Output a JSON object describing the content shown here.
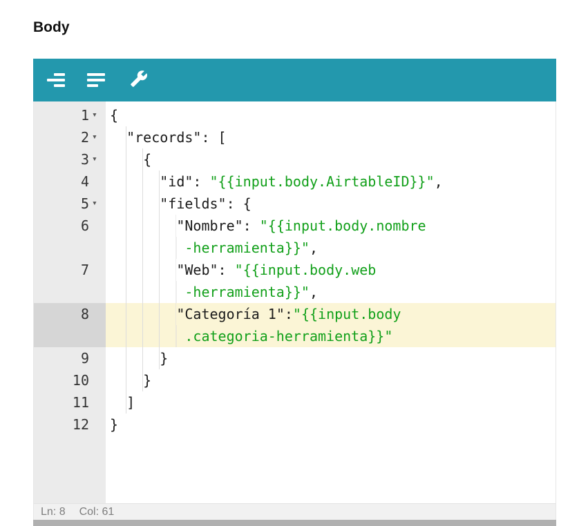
{
  "page": {
    "title": "Body"
  },
  "toolbar": {
    "background": "#2398ad",
    "icons": [
      {
        "name": "format-icon",
        "label": "Format JSON"
      },
      {
        "name": "compact-icon",
        "label": "Compact JSON"
      },
      {
        "name": "repair-icon",
        "label": "Repair JSON"
      }
    ]
  },
  "editor": {
    "fold_glyph": "▾",
    "colors": {
      "string": "#12a01a",
      "key": "#1a1a1a",
      "punct": "#1a1a1a",
      "gutter_bg": "#ebebeb",
      "gutter_fg": "#333333",
      "gutter_active_bg": "#d6d6d6",
      "active_line_bg": "#fbf5d6",
      "guide": "#dcdcdc"
    },
    "lines": [
      {
        "num": "1",
        "fold": true,
        "rows": [
          {
            "indent": 0,
            "segments": [
              {
                "t": "{",
                "c": "p"
              }
            ]
          }
        ]
      },
      {
        "num": "2",
        "fold": true,
        "rows": [
          {
            "indent": 2,
            "segments": [
              {
                "t": "\"records\"",
                "c": "k"
              },
              {
                "t": ": [",
                "c": "p"
              }
            ]
          }
        ]
      },
      {
        "num": "3",
        "fold": true,
        "rows": [
          {
            "indent": 4,
            "segments": [
              {
                "t": "{",
                "c": "p"
              }
            ]
          }
        ]
      },
      {
        "num": "4",
        "fold": false,
        "rows": [
          {
            "indent": 6,
            "segments": [
              {
                "t": "\"id\"",
                "c": "k"
              },
              {
                "t": ": ",
                "c": "p"
              },
              {
                "t": "\"{{input.body.AirtableID}}\"",
                "c": "s"
              },
              {
                "t": ",",
                "c": "p"
              }
            ]
          }
        ]
      },
      {
        "num": "5",
        "fold": true,
        "rows": [
          {
            "indent": 6,
            "segments": [
              {
                "t": "\"fields\"",
                "c": "k"
              },
              {
                "t": ": {",
                "c": "p"
              }
            ]
          }
        ]
      },
      {
        "num": "6",
        "fold": false,
        "rows": [
          {
            "indent": 8,
            "segments": [
              {
                "t": "\"Nombre\"",
                "c": "k"
              },
              {
                "t": ": ",
                "c": "p"
              },
              {
                "t": "\"{{input.body.nombre",
                "c": "s"
              }
            ]
          },
          {
            "indent": 9,
            "segments": [
              {
                "t": "-herramienta}}\"",
                "c": "s"
              },
              {
                "t": ",",
                "c": "p"
              }
            ]
          }
        ]
      },
      {
        "num": "7",
        "fold": false,
        "rows": [
          {
            "indent": 8,
            "segments": [
              {
                "t": "\"Web\"",
                "c": "k"
              },
              {
                "t": ": ",
                "c": "p"
              },
              {
                "t": "\"{{input.body.web",
                "c": "s"
              }
            ]
          },
          {
            "indent": 9,
            "segments": [
              {
                "t": "-herramienta}}\"",
                "c": "s"
              },
              {
                "t": ",",
                "c": "p"
              }
            ]
          }
        ]
      },
      {
        "num": "8",
        "fold": false,
        "active": true,
        "rows": [
          {
            "indent": 8,
            "segments": [
              {
                "t": "\"Categoría 1\"",
                "c": "k"
              },
              {
                "t": ":",
                "c": "p"
              },
              {
                "t": "\"{{input.body",
                "c": "s"
              }
            ]
          },
          {
            "indent": 9,
            "segments": [
              {
                "t": ".categoria-herramienta}}\"",
                "c": "s"
              }
            ]
          }
        ]
      },
      {
        "num": "9",
        "fold": false,
        "rows": [
          {
            "indent": 6,
            "segments": [
              {
                "t": "}",
                "c": "p"
              }
            ]
          }
        ]
      },
      {
        "num": "10",
        "fold": false,
        "rows": [
          {
            "indent": 4,
            "segments": [
              {
                "t": "}",
                "c": "p"
              }
            ]
          }
        ]
      },
      {
        "num": "11",
        "fold": false,
        "rows": [
          {
            "indent": 2,
            "segments": [
              {
                "t": "]",
                "c": "p"
              }
            ]
          }
        ]
      },
      {
        "num": "12",
        "fold": false,
        "rows": [
          {
            "indent": 0,
            "segments": [
              {
                "t": "}",
                "c": "p"
              }
            ]
          }
        ]
      }
    ],
    "status": {
      "line": "Ln: 8",
      "col": "Col: 61"
    }
  }
}
